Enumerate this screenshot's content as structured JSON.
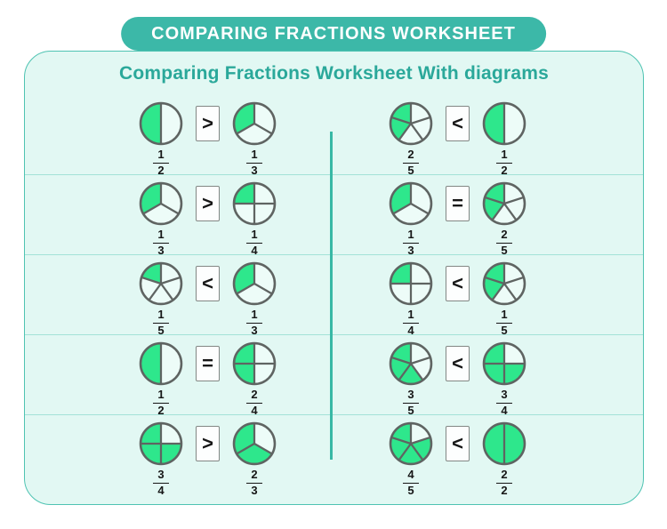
{
  "banner": {
    "title": "COMPARING FRACTIONS WORKSHEET"
  },
  "subtitle": "Comparing Fractions Worksheet With diagrams",
  "colors": {
    "banner_teal": "#3CB8A8",
    "card_background": "#E2F8F3",
    "card_border": "#4FC3B2",
    "subtitle_teal": "#2AA89A",
    "shaded_green": "#2EE78C",
    "pie_outline_gray": "#5F6462",
    "pie_unshaded": "#EDFCF8",
    "row_divider": "#A3E2D7",
    "column_divider": "#38B8A5",
    "operator_box_border": "#828784"
  },
  "rows": [
    {
      "left": {
        "a": {
          "num": "1",
          "den": "2",
          "pieces": 2,
          "shaded": [
            1
          ]
        },
        "op": ">",
        "b": {
          "num": "1",
          "den": "3",
          "pieces": 3,
          "shaded": [
            2
          ]
        }
      },
      "right": {
        "a": {
          "num": "2",
          "den": "5",
          "pieces": 5,
          "shaded": [
            3,
            4
          ]
        },
        "op": "<",
        "b": {
          "num": "1",
          "den": "2",
          "pieces": 2,
          "shaded": [
            1
          ]
        }
      }
    },
    {
      "left": {
        "a": {
          "num": "1",
          "den": "3",
          "pieces": 3,
          "shaded": [
            2
          ]
        },
        "op": ">",
        "b": {
          "num": "1",
          "den": "4",
          "pieces": 4,
          "shaded": [
            3
          ]
        }
      },
      "right": {
        "a": {
          "num": "1",
          "den": "3",
          "pieces": 3,
          "shaded": [
            2
          ]
        },
        "op": "=",
        "b": {
          "num": "2",
          "den": "5",
          "pieces": 5,
          "shaded": [
            3,
            4
          ]
        }
      }
    },
    {
      "left": {
        "a": {
          "num": "1",
          "den": "5",
          "pieces": 5,
          "shaded": [
            4
          ]
        },
        "op": "<",
        "b": {
          "num": "1",
          "den": "3",
          "pieces": 3,
          "shaded": [
            2
          ]
        }
      },
      "right": {
        "a": {
          "num": "1",
          "den": "4",
          "pieces": 4,
          "shaded": [
            3
          ]
        },
        "op": "<",
        "b": {
          "num": "1",
          "den": "5",
          "pieces": 5,
          "shaded": [
            3,
            4
          ]
        }
      }
    },
    {
      "left": {
        "a": {
          "num": "1",
          "den": "2",
          "pieces": 2,
          "shaded": [
            1
          ]
        },
        "op": "=",
        "b": {
          "num": "2",
          "den": "4",
          "pieces": 4,
          "shaded": [
            2,
            3
          ]
        }
      },
      "right": {
        "a": {
          "num": "3",
          "den": "5",
          "pieces": 5,
          "shaded": [
            2,
            3,
            4
          ]
        },
        "op": "<",
        "b": {
          "num": "3",
          "den": "4",
          "pieces": 4,
          "shaded": [
            1,
            2,
            3
          ]
        }
      }
    },
    {
      "left": {
        "a": {
          "num": "3",
          "den": "4",
          "pieces": 4,
          "shaded": [
            1,
            2,
            3
          ]
        },
        "op": ">",
        "b": {
          "num": "2",
          "den": "3",
          "pieces": 3,
          "shaded": [
            1,
            2
          ]
        }
      },
      "right": {
        "a": {
          "num": "4",
          "den": "5",
          "pieces": 5,
          "shaded": [
            1,
            2,
            3,
            4
          ]
        },
        "op": "<",
        "b": {
          "num": "2",
          "den": "2",
          "pieces": 2,
          "shaded": [
            0,
            1
          ]
        }
      }
    }
  ]
}
